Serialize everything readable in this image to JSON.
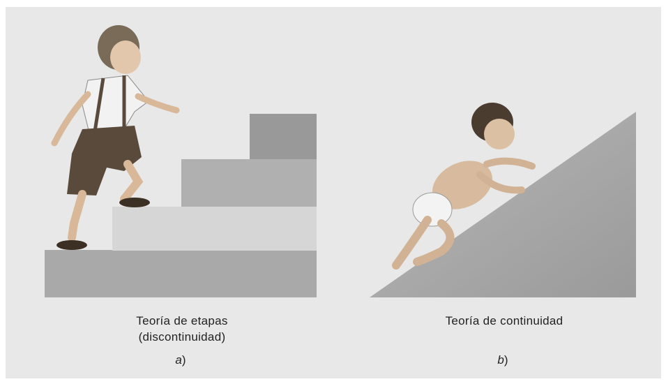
{
  "panel_a": {
    "caption_line1": "Teoría de etapas",
    "caption_line2": "(discontinuidad)",
    "label_letter": "a",
    "label_paren": ")"
  },
  "panel_b": {
    "caption": "Teoría de continuidad",
    "label_letter": "b",
    "label_paren": ")"
  },
  "colors": {
    "background": "#e8e8e8",
    "step_base": "#a9a9a9",
    "step_1": "#d6d6d6",
    "step_2": "#b0b0b0",
    "step_3": "#999999",
    "ramp": "#a3a3a3"
  }
}
